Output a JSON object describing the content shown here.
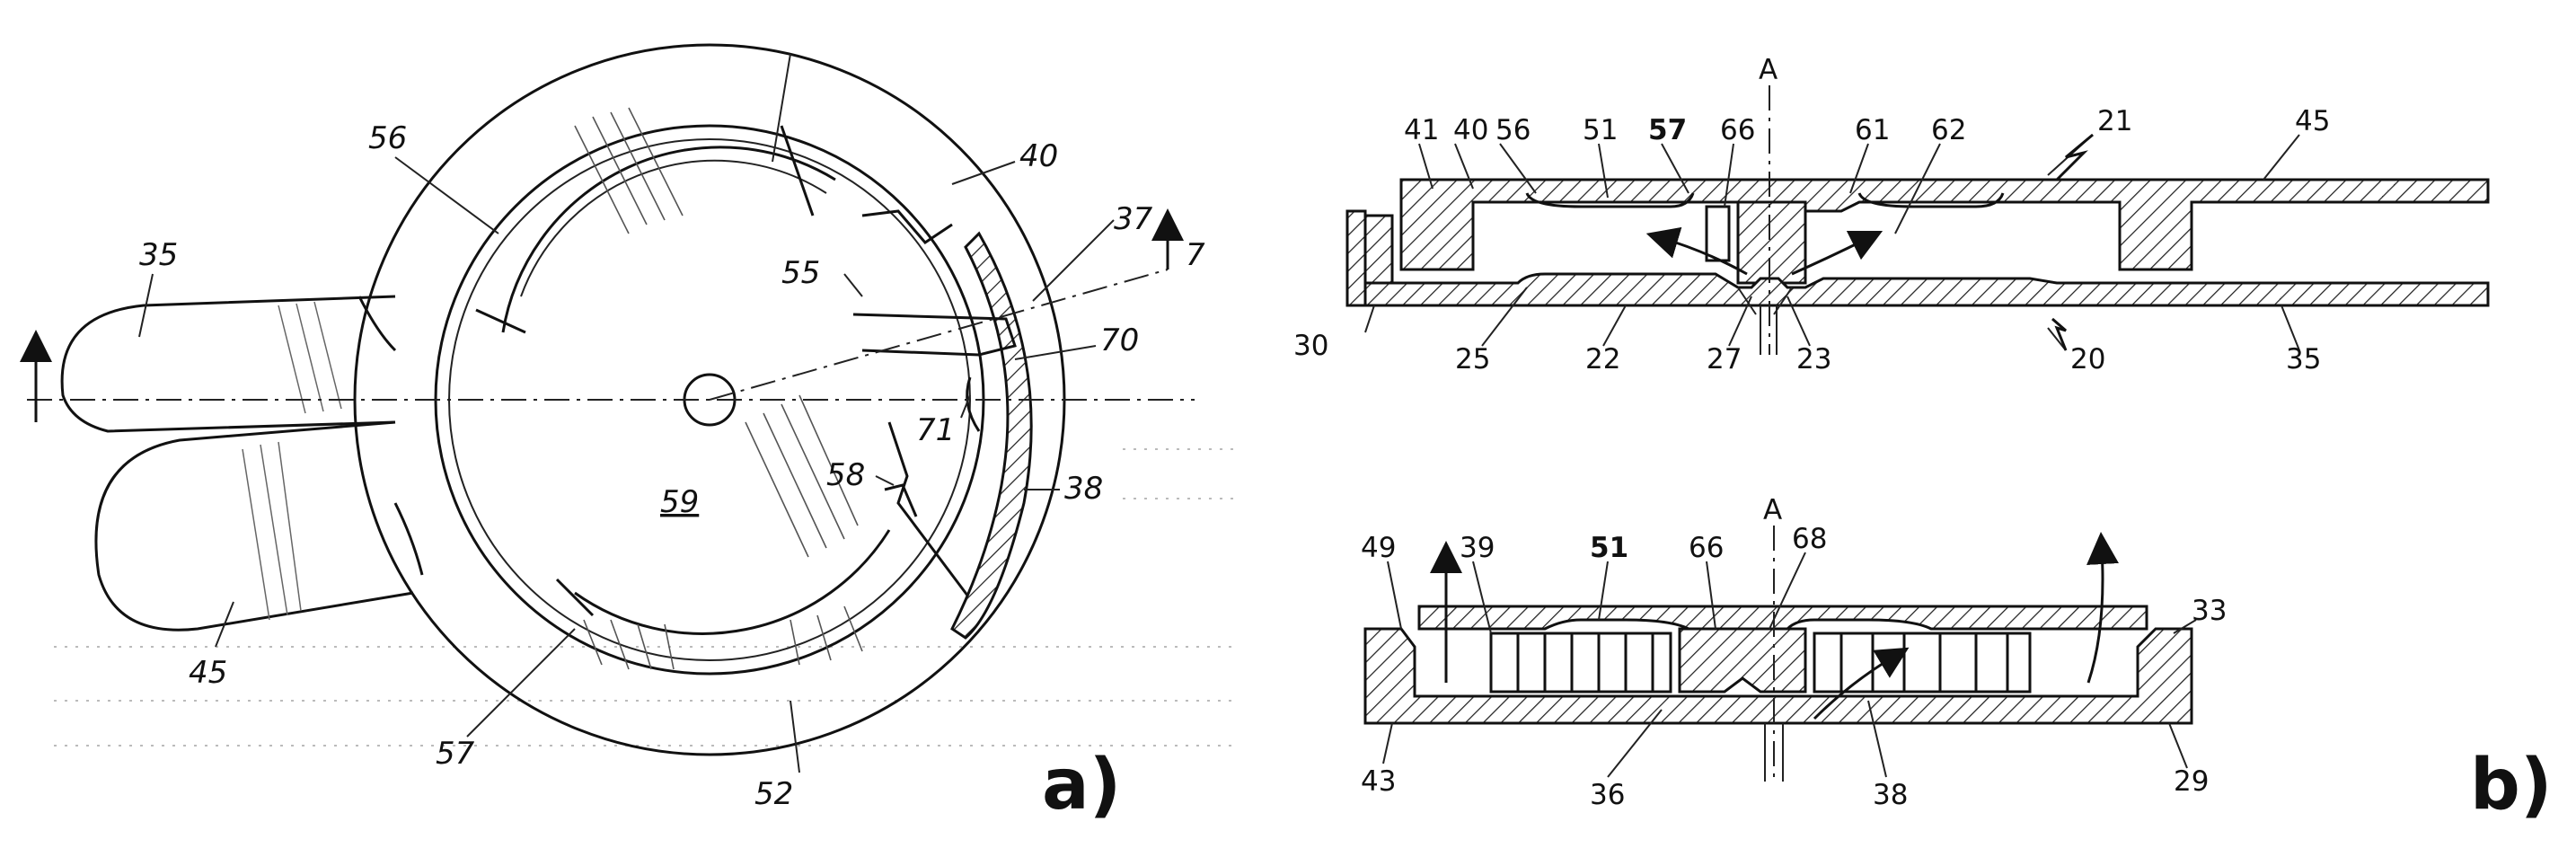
{
  "figure_a": {
    "panel_label": "a)",
    "labels": {
      "l35": "35",
      "l56": "56",
      "l40": "40",
      "l37": "37",
      "l7": "7",
      "l55": "55",
      "l70": "70",
      "l71": "71",
      "l58": "58",
      "l59": "59",
      "l38": "38",
      "l45": "45",
      "l57": "57",
      "l52": "52"
    }
  },
  "figure_b": {
    "panel_label": "b)",
    "top_section": {
      "axis": "A",
      "labels": {
        "l41": "41",
        "l40": "40",
        "l56": "56",
        "l51": "51",
        "l57": "57",
        "l66": "66",
        "l61": "61",
        "l62": "62",
        "l21": "21",
        "l45": "45",
        "l30": "30",
        "l25": "25",
        "l22": "22",
        "l27": "27",
        "l23": "23",
        "l20": "20",
        "l35": "35"
      }
    },
    "bottom_section": {
      "axis": "A",
      "labels": {
        "l49": "49",
        "l39": "39",
        "l51": "51",
        "l66": "66",
        "l68": "68",
        "l33": "33",
        "l43": "43",
        "l36": "36",
        "l38": "38",
        "l29": "29"
      }
    }
  }
}
